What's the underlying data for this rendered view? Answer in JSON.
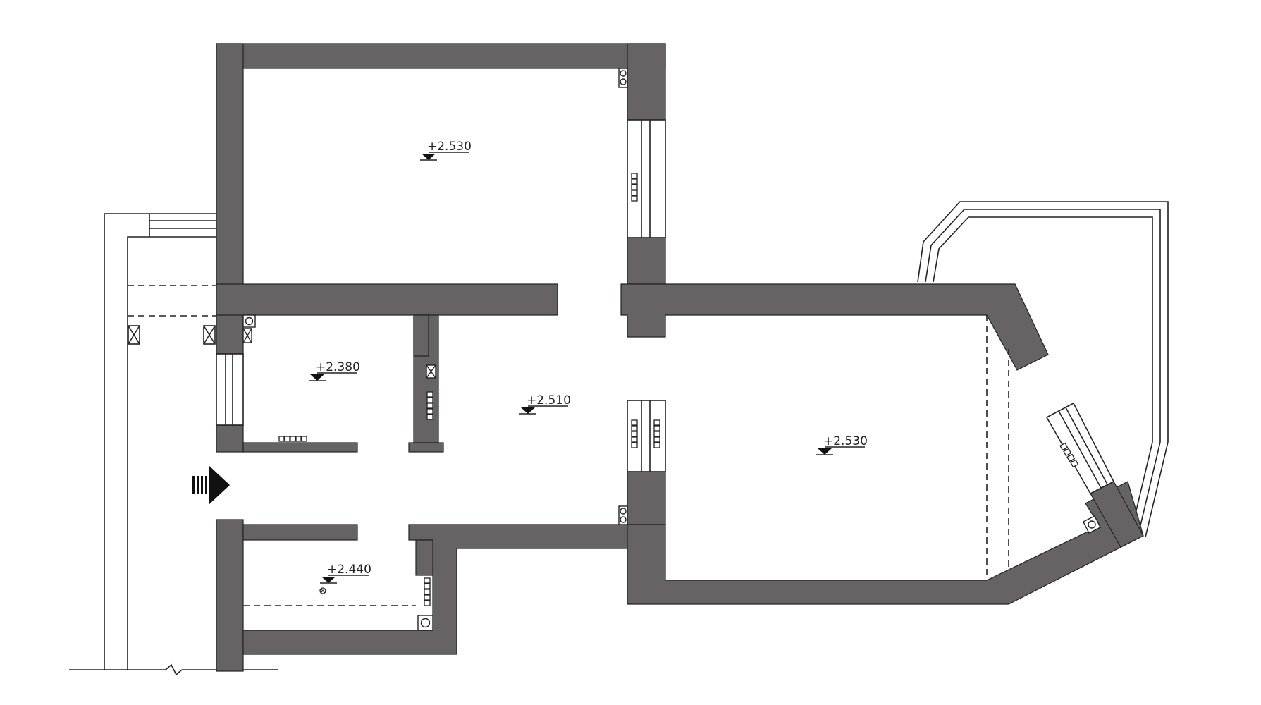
{
  "colors": {
    "wall": "#676263",
    "line": "#222222",
    "background": "#ffffff"
  },
  "levels": {
    "bedroom": "+2.530",
    "bathroom": "+2.380",
    "hall": "+2.510",
    "toilet": "+2.440",
    "living": "+2.530"
  },
  "icons": {
    "entrance": "entrance-arrow-icon",
    "riser": "riser-pipe-icon",
    "vent": "ventilation-shaft-icon",
    "radiator": "radiator-icon",
    "level_marker": "level-marker-icon"
  }
}
